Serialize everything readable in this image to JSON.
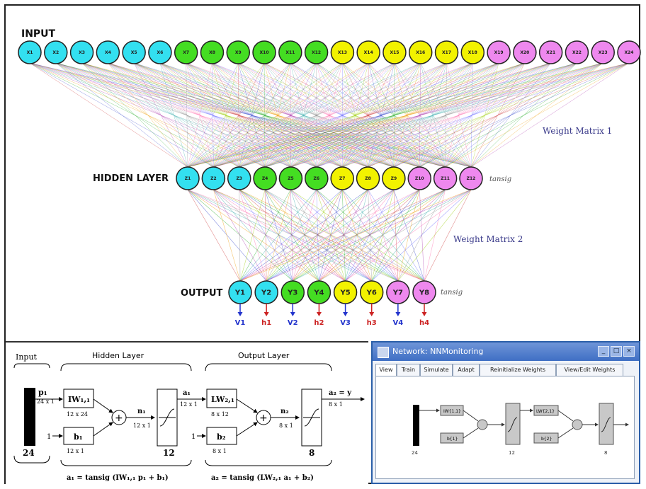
{
  "top_diagram": {
    "input_label": "INPUT",
    "hidden_label": "HIDDEN LAYER",
    "output_label": "OUTPUT",
    "weight_matrix_1": "Weight Matrix 1",
    "weight_matrix_2": "Weight Matrix 2",
    "hidden_activation": "tansig",
    "output_activation": "tansig",
    "input_nodes": [
      "X1",
      "X2",
      "X3",
      "X4",
      "X5",
      "X6",
      "X7",
      "X8",
      "X9",
      "X10",
      "X11",
      "X12",
      "X13",
      "X14",
      "X15",
      "X16",
      "X17",
      "X18",
      "X19",
      "X20",
      "X21",
      "X22",
      "X23",
      "X24"
    ],
    "hidden_nodes": [
      "Z1",
      "Z2",
      "Z3",
      "Z4",
      "Z5",
      "Z6",
      "Z7",
      "Z8",
      "Z9",
      "Z10",
      "Z11",
      "Z12"
    ],
    "output_nodes": [
      "Y1",
      "Y2",
      "Y3",
      "Y4",
      "Y5",
      "Y6",
      "Y7",
      "Y8"
    ],
    "output_targets": [
      "V1",
      "h1",
      "V2",
      "h2",
      "V3",
      "h3",
      "V4",
      "h4"
    ],
    "colors": {
      "cyan": "#33e0f0",
      "green": "#44dd22",
      "yellow": "#f2f200",
      "magenta": "#ee88ee",
      "node_stroke": "#222222",
      "arrow_blue": "#2233cc",
      "arrow_red": "#cc2222",
      "annotation": "#3a3a8a"
    }
  },
  "matlab_diagram": {
    "input_title": "Input",
    "hidden_title": "Hidden Layer",
    "output_title": "Output Layer",
    "p1": "p₁",
    "p1_dim": "24 x 1",
    "iw": "IW₁,₁",
    "iw_dim": "12 x 24",
    "b1": "b₁",
    "b1_dim": "12 x 1",
    "one": "1",
    "n1": "n₁",
    "n1_dim": "12 x 1",
    "a1": "a₁",
    "a1_dim": "12 x 1",
    "input_size": "24",
    "hidden_size": "12",
    "lw": "LW₂,₁",
    "lw_dim": "8 x 12",
    "b2": "b₂",
    "b2_dim": "8 x 1",
    "n2": "n₂",
    "n2_dim": "8 x 1",
    "a2": "a₂ = y",
    "a2_dim": "8 x 1",
    "output_size": "8",
    "eq1": "a₁ = tansig (IW₁,₁ p₁ + b₁)",
    "eq2": "a₂ = tansig (LW₂,₁ a₁ + b₂)"
  },
  "nn_window": {
    "title": "Network: NNMonitoring",
    "tabs": [
      "View",
      "Train",
      "Simulate",
      "Adapt",
      "Reinitialize Weights",
      "View/Edit Weights"
    ],
    "active_tab": "View",
    "iw_label": "IW{1,1}",
    "b1_label": "b{1}",
    "lw_label": "LW{2,1}",
    "b2_label": "b{2}",
    "input_size": "24",
    "hidden_size": "12",
    "output_size": "8"
  }
}
